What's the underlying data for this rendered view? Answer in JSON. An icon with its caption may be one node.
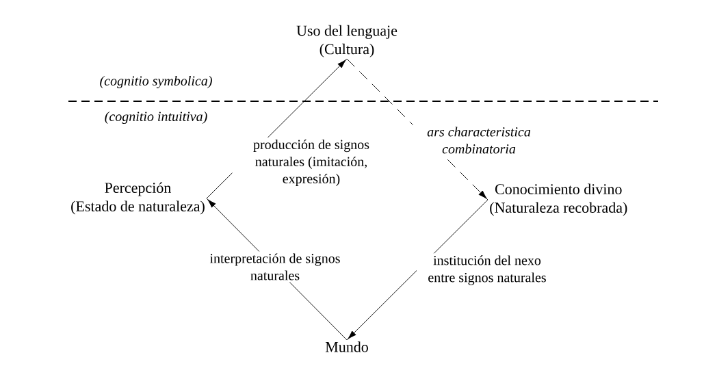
{
  "diagram": {
    "nodes": [
      {
        "text": [
          "Uso del lenguaje",
          "(Cultura)"
        ]
      },
      {
        "text": [
          "Percepción",
          "(Estado de naturaleza)"
        ]
      },
      {
        "text": [
          "Conocimiento divino",
          "(Naturaleza recobrada)"
        ]
      },
      {
        "text": [
          "Mundo"
        ]
      }
    ],
    "edges": [
      {
        "from": 1,
        "to": 0,
        "arrow": "to",
        "label": "producción de signos naturales (imitación, expresión)"
      },
      {
        "from": 0,
        "to": 2,
        "arrow": "to",
        "label": "*ars characteristica combinatoria*",
        "style": "dashed"
      },
      {
        "from": 2,
        "to": 3,
        "arrow": "to",
        "label": "institución del nexo entre signos naturales"
      },
      {
        "from": 3,
        "to": 1,
        "arrow": "to",
        "label": "interpretación de signos naturales"
      }
    ],
    "labels": [
      "*(cognitio symbolica)*",
      "*(cognitio intuitiva)*"
    ]
  }
}
